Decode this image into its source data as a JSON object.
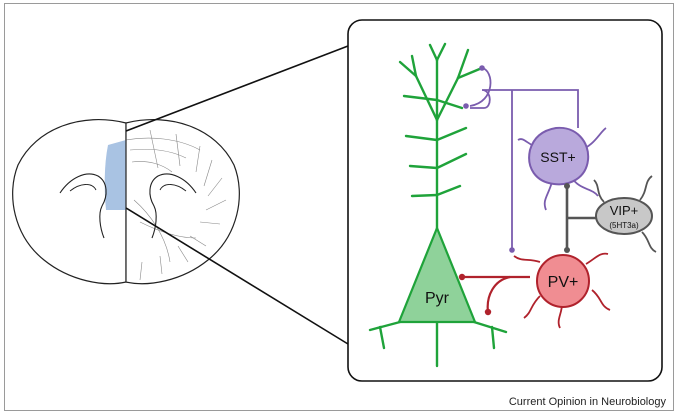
{
  "labels": {
    "pyr": "Pyr",
    "sst": "SST+",
    "pv": "PV+",
    "vip": "VIP+",
    "vip_sub": "(5HT3a)"
  },
  "caption": "Current Opinion in Neurobiology",
  "colors": {
    "dendrite": "#1fa33a",
    "pyr_fill": "#8fd29a",
    "sst_fill": "#b9a9dc",
    "sst_stroke": "#7a5cae",
    "pv_fill": "#f08d92",
    "pv_stroke": "#b0222c",
    "vip_fill": "#c8c8c8",
    "vip_stroke": "#555555",
    "cortex_highlight": "#a9c3e3"
  }
}
